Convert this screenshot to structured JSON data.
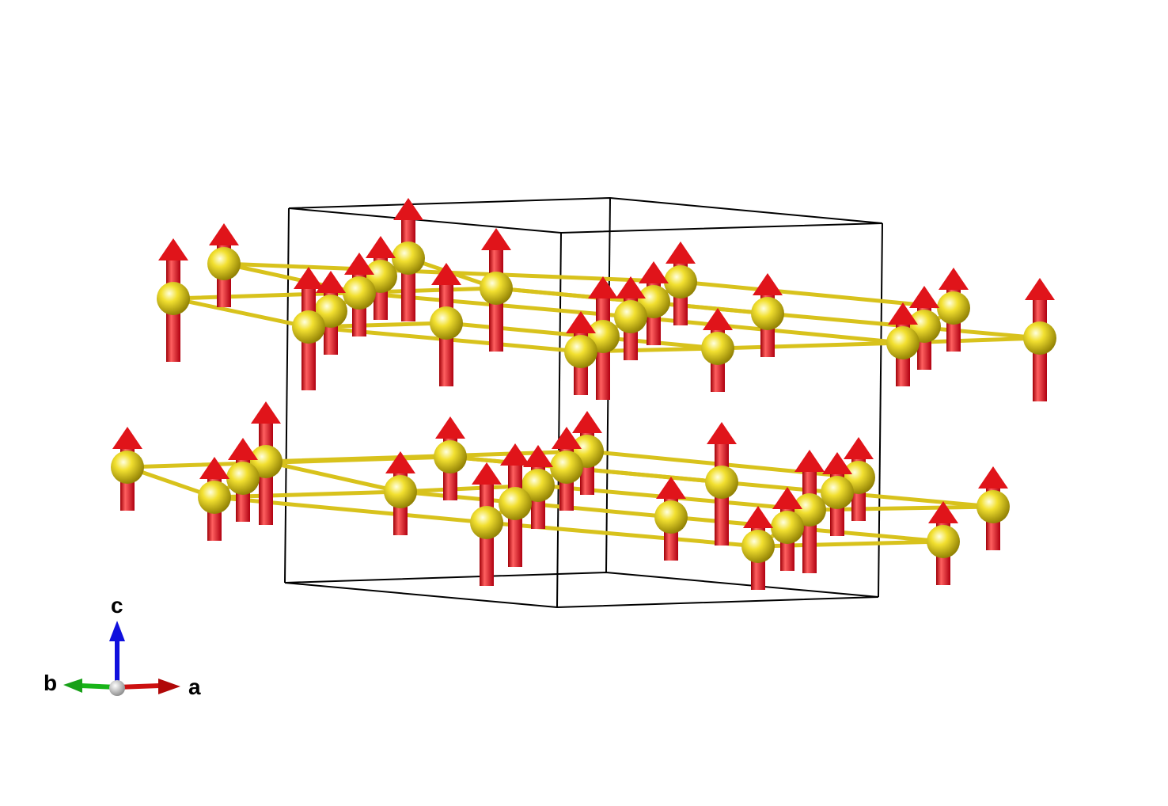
{
  "viewer": {
    "axes": {
      "a_label": "a",
      "b_label": "b",
      "c_label": "c"
    },
    "colors": {
      "atom": "#e6d21a",
      "bond": "#d8c21c",
      "spin": "#e0141a",
      "cell": "#000000",
      "axis_a": "#cc1010",
      "axis_b": "#18b418",
      "axis_c": "#1010dd"
    }
  }
}
